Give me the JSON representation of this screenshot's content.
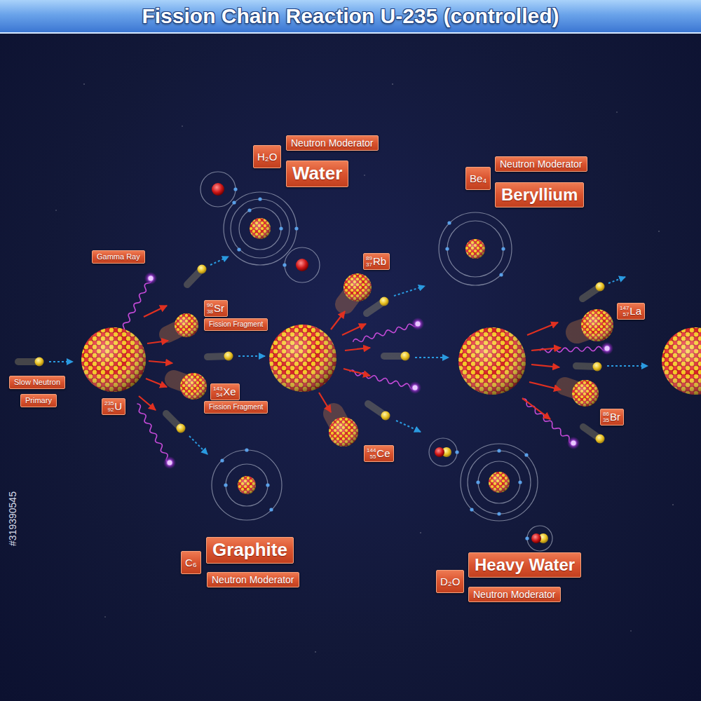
{
  "diagram": {
    "title": "Fission Chain Reaction U-235 (controlled)",
    "nodes": [
      {
        "text": [
          "Neutron Moderator"
        ]
      },
      {
        "text": [
          "H₂O"
        ]
      },
      {
        "text": [
          "Water"
        ]
      },
      {
        "text": [
          "Neutron Moderator"
        ]
      },
      {
        "text": [
          "Be₄"
        ]
      },
      {
        "text": [
          "Beryllium"
        ]
      },
      {
        "text": [
          "Gamma Ray"
        ]
      },
      {
        "text": [
          "89",
          "37",
          "Rb"
        ]
      },
      {
        "text": [
          "90",
          "38",
          "Sr"
        ]
      },
      {
        "text": [
          "Fission Fragment"
        ]
      },
      {
        "text": [
          "147",
          "57",
          "La"
        ]
      },
      {
        "text": [
          "Slow Neutron"
        ]
      },
      {
        "text": [
          "Primary"
        ]
      },
      {
        "text": [
          "143",
          "54",
          "Xe"
        ]
      },
      {
        "text": [
          "Fission Fragment"
        ]
      },
      {
        "text": [
          "235",
          "92",
          "U"
        ]
      },
      {
        "text": [
          "86",
          "35",
          "Br"
        ]
      },
      {
        "text": [
          "144",
          "55",
          "Ce"
        ]
      },
      {
        "text": [
          "Graphite"
        ]
      },
      {
        "text": [
          "C₆"
        ]
      },
      {
        "text": [
          "Neutron Moderator"
        ]
      },
      {
        "text": [
          "Heavy Water"
        ]
      },
      {
        "text": [
          "D₂O"
        ]
      },
      {
        "text": [
          "Neutron Moderator"
        ]
      }
    ],
    "labels": [
      "#319390545"
    ]
  }
}
